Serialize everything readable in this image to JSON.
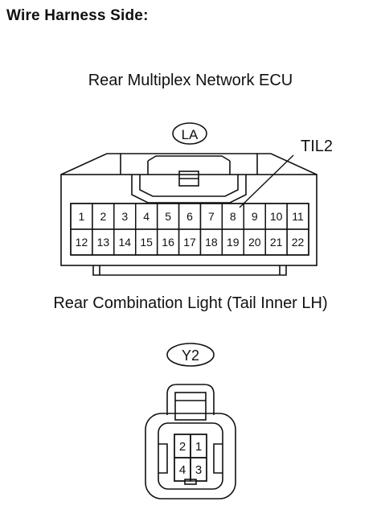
{
  "heading": "Wire Harness Side:",
  "ecu": {
    "caption": "Rear Multiplex Network ECU",
    "connector_code": "LA",
    "callout_label": "TIL2",
    "callout_pin": "8",
    "pins_row1": [
      "1",
      "2",
      "3",
      "4",
      "5",
      "6",
      "7",
      "8",
      "9",
      "10",
      "11"
    ],
    "pins_row2": [
      "12",
      "13",
      "14",
      "15",
      "16",
      "17",
      "18",
      "19",
      "20",
      "21",
      "22"
    ]
  },
  "light": {
    "caption": "Rear Combination Light (Tail Inner LH)",
    "connector_code": "Y2",
    "pins_row1": [
      "2",
      "1"
    ],
    "pins_row2": [
      "4",
      "3"
    ]
  }
}
